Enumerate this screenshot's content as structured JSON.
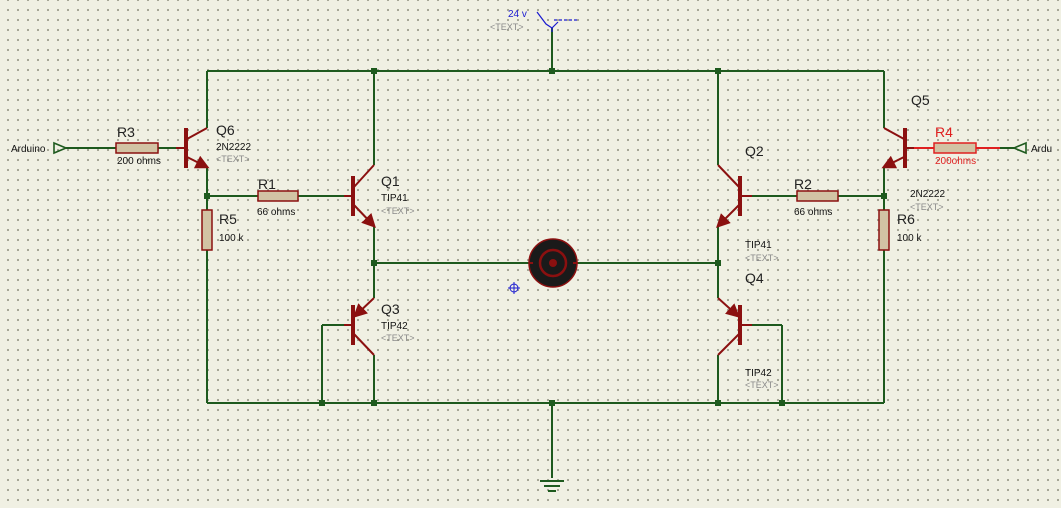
{
  "power": {
    "label": "24 v",
    "text": "<TEXT>"
  },
  "ports": {
    "left": "Arduino",
    "right": "Ardu"
  },
  "resistors": {
    "R1": {
      "ref": "R1",
      "value": "66 ohms"
    },
    "R2": {
      "ref": "R2",
      "value": "66 ohms"
    },
    "R3": {
      "ref": "R3",
      "value": "200 ohms"
    },
    "R4": {
      "ref": "R4",
      "value": "200ohms"
    },
    "R5": {
      "ref": "R5",
      "value": "100 k"
    },
    "R6": {
      "ref": "R6",
      "value": "100 k"
    }
  },
  "transistors": {
    "Q1": {
      "ref": "Q1",
      "value": "TIP41",
      "text": "<TEXT>"
    },
    "Q2": {
      "ref": "Q2",
      "value": "TIP41",
      "text": "<TEXT>"
    },
    "Q3": {
      "ref": "Q3",
      "value": "TIP42",
      "text": "<TEXT>"
    },
    "Q4": {
      "ref": "Q4",
      "value": "TIP42",
      "text": "<TEXT>"
    },
    "Q5": {
      "ref": "Q5",
      "value": "2N2222",
      "text": "<TEXT>"
    },
    "Q6": {
      "ref": "Q6",
      "value": "2N2222",
      "text": "<TEXT>"
    }
  },
  "colors": {
    "wire": "#1e5a1e",
    "component": "#8b1010",
    "selected": "#e02020",
    "power_label": "#1a1ad0",
    "background": "#f0f0e3"
  }
}
